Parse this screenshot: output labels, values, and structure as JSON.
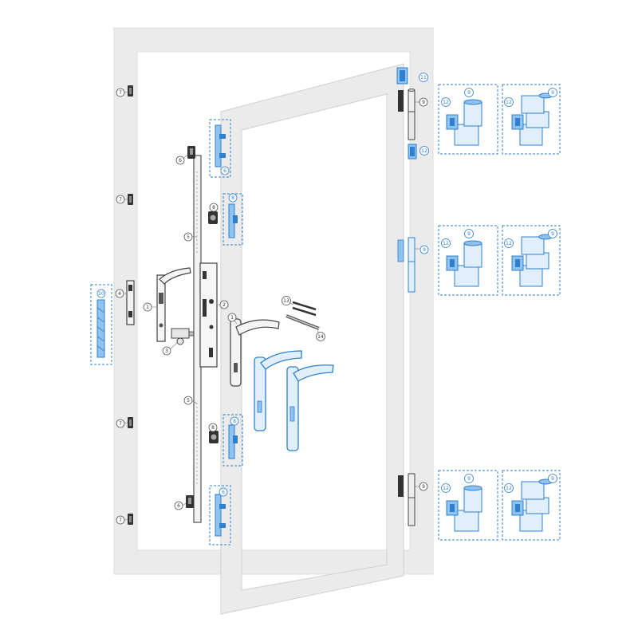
{
  "colors": {
    "frame": "#ebebeb",
    "frame_edge": "#d4d4d4",
    "ink": "#444444",
    "metal": "#9a9a9a",
    "dark": "#333333",
    "blue": "#2f7fcf",
    "blue_light": "#8fc2ee",
    "dash": "#2f7fcf",
    "white": "#ffffff"
  },
  "labels": {
    "n1": "1",
    "n2": "2",
    "n3": "3",
    "n4": "4",
    "n5": "5",
    "n6": "6",
    "n7": "7",
    "n8": "8",
    "n9": "9",
    "n10": "10",
    "n11": "11",
    "n12": "12",
    "n13": "13",
    "n14": "14"
  }
}
